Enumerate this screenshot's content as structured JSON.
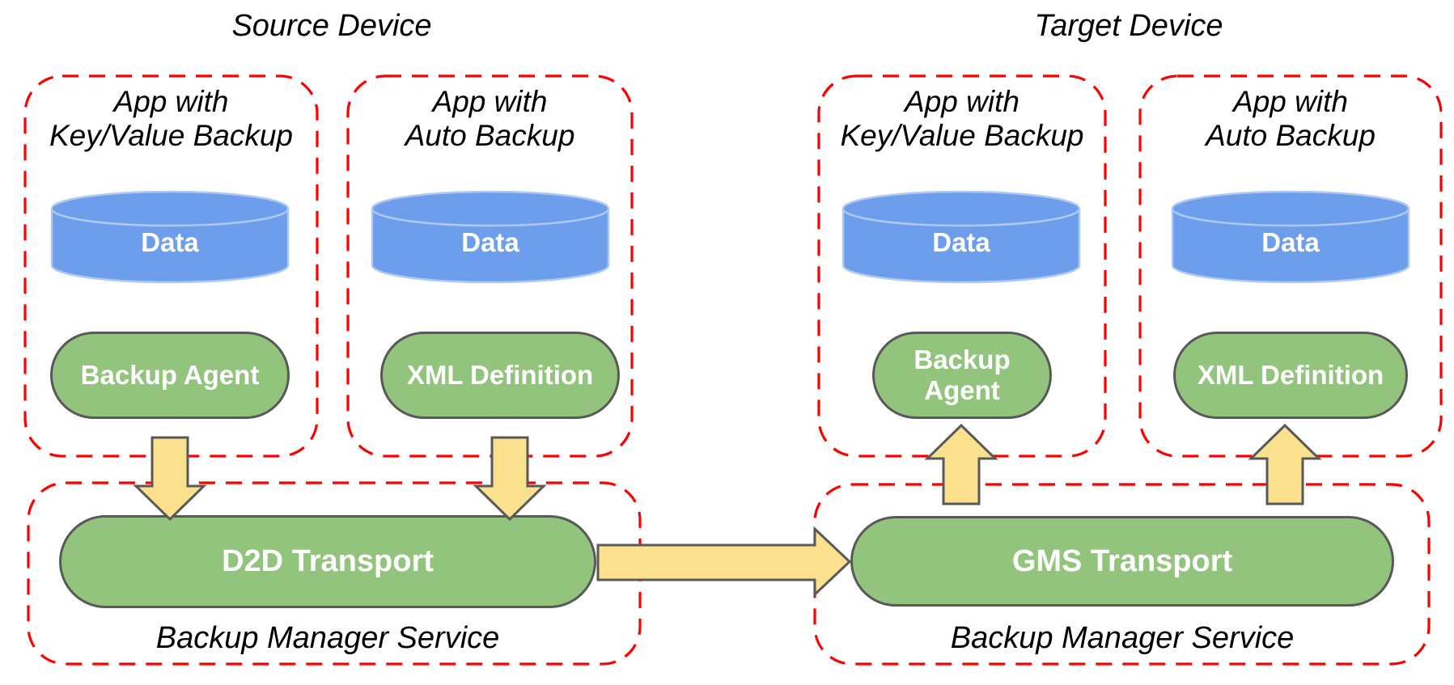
{
  "titles": {
    "source": "Source Device",
    "target": "Target Device"
  },
  "app_boxes": [
    {
      "side": "source",
      "title_line1": "App with",
      "title_line2": "Key/Value Backup",
      "data_store": "Data",
      "component": "Backup Agent"
    },
    {
      "side": "source",
      "title_line1": "App with",
      "title_line2": "Auto Backup",
      "data_store": "Data",
      "component": "XML Definition"
    },
    {
      "side": "target",
      "title_line1": "App with",
      "title_line2": "Key/Value Backup",
      "data_store": "Data",
      "component": "Backup Agent"
    },
    {
      "side": "target",
      "title_line1": "App with",
      "title_line2": "Auto Backup",
      "data_store": "Data",
      "component": "XML Definition"
    }
  ],
  "services": [
    {
      "side": "source",
      "transport": "D2D Transport",
      "label": "Backup Manager Service"
    },
    {
      "side": "target",
      "transport": "GMS Transport",
      "label": "Backup Manager Service"
    }
  ],
  "connectors": [
    {
      "icon": "down-arrow-icon",
      "from": "Backup Agent (source)",
      "to": "D2D Transport"
    },
    {
      "icon": "down-arrow-icon",
      "from": "XML Definition (source)",
      "to": "D2D Transport"
    },
    {
      "icon": "right-arrow-icon",
      "from": "D2D Transport",
      "to": "GMS Transport"
    },
    {
      "icon": "up-arrow-icon",
      "from": "GMS Transport",
      "to": "Backup Agent (target)"
    },
    {
      "icon": "up-arrow-icon",
      "from": "GMS Transport",
      "to": "XML Definition (target)"
    }
  ],
  "colors": {
    "blue": "#6d9eeb",
    "blue-rim": "#aec9f2",
    "green": "#93c47d",
    "stroke": "#595959",
    "yellow": "#fbe08e",
    "red": "#fe0000"
  }
}
